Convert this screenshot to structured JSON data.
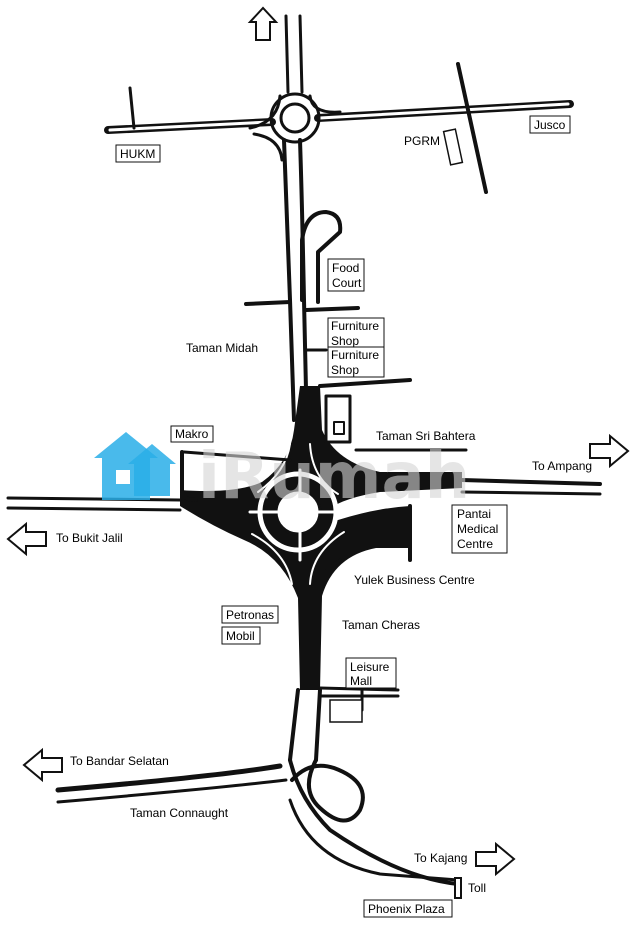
{
  "map": {
    "labels": {
      "hukm": "HUKM",
      "pgrm": "PGRM",
      "jusco": "Jusco",
      "food_court_1": "Food",
      "food_court_2": "Court",
      "taman_midah": "Taman Midah",
      "furniture1_1": "Furniture",
      "furniture1_2": "Shop",
      "furniture2_1": "Furniture",
      "furniture2_2": "Shop",
      "makro": "Makro",
      "taman_sri_bahtera": "Taman Sri Bahtera",
      "to_ampang": "To Ampang",
      "to_bukit_jalil": "To Bukit Jalil",
      "pantai_1": "Pantai",
      "pantai_2": "Medical",
      "pantai_3": "Centre",
      "yulek": "Yulek Business Centre",
      "petronas": "Petronas",
      "mobil": "Mobil",
      "taman_cheras": "Taman Cheras",
      "leisure_1": "Leisure",
      "leisure_2": "Mall",
      "to_bandar_selatan": "To Bandar Selatan",
      "taman_connaught": "Taman Connaught",
      "to_kajang": "To Kajang",
      "toll": "Toll",
      "phoenix_plaza": "Phoenix Plaza"
    },
    "watermark": "iRumah",
    "colors": {
      "road": "#111111",
      "background": "#ffffff",
      "watermark_icon": "#29aee8",
      "watermark_text": "#cccccc"
    }
  }
}
